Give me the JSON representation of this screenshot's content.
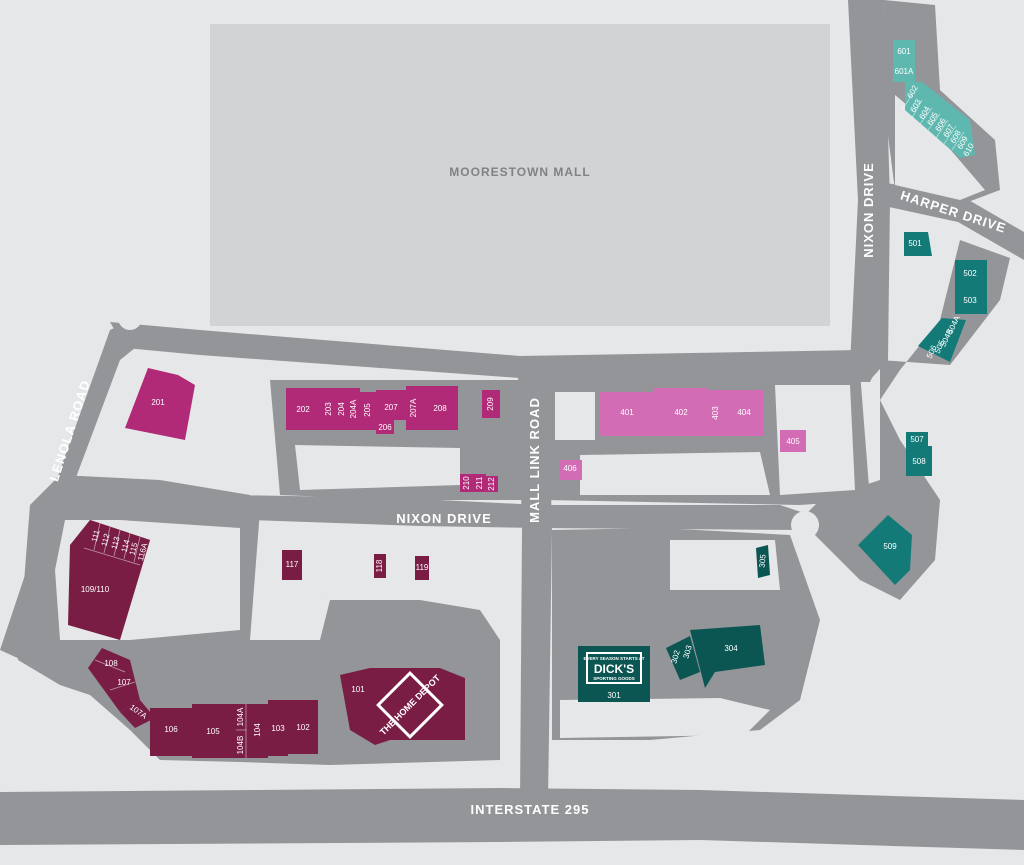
{
  "mall": {
    "name": "MOORESTOWN MALL"
  },
  "roads": {
    "lenola": "LENOLA ROAD",
    "nixon_center": "NIXON DRIVE",
    "nixon_east": "NIXON DRIVE",
    "harper": "HARPER DRIVE",
    "mall_link": "MALL LINK ROAD",
    "interstate": "INTERSTATE 295"
  },
  "colors": {
    "road": "#939598",
    "lot": "#e6e7e8",
    "mall": "#d1d3d4",
    "section_100": "#7a1d44",
    "section_200": "#b12a77",
    "section_400": "#d26cb4",
    "section_300": "#0b5552",
    "section_500": "#147a78",
    "section_600": "#5fb8b0"
  },
  "anchors": {
    "home_depot": "THE HOME DEPOT",
    "dicks_tagline": "EVERY SEASON STARTS AT",
    "dicks_name": "DICK'S",
    "dicks_sub": "SPORTING GOODS"
  },
  "units": {
    "u101": "101",
    "u102": "102",
    "u103": "103",
    "u104": "104",
    "u104a": "104A",
    "u104b": "104B",
    "u105": "105",
    "u106": "106",
    "u107": "107",
    "u107a": "107A",
    "u108": "108",
    "u109": "109/110",
    "u111": "111",
    "u112": "112",
    "u113": "113",
    "u114": "114",
    "u115": "115",
    "u116": "116A",
    "u117": "117",
    "u118": "118",
    "u119": "119",
    "u201": "201",
    "u202": "202",
    "u203": "203",
    "u204": "204",
    "u204a": "204A",
    "u205": "205",
    "u206": "206",
    "u207": "207",
    "u207a": "207A",
    "u208": "208",
    "u209": "209",
    "u210": "210",
    "u211": "211",
    "u212": "212",
    "u301": "301",
    "u302": "302",
    "u303": "303",
    "u304": "304",
    "u305": "305",
    "u401": "401",
    "u402": "402",
    "u403": "403",
    "u404": "404",
    "u405": "405",
    "u406": "406",
    "u501": "501",
    "u502": "502",
    "u503": "503",
    "u504a": "504A",
    "u504b": "504B",
    "u505": "505",
    "u506": "506",
    "u507": "507",
    "u508": "508",
    "u509": "509",
    "u601": "601",
    "u601a": "601A",
    "u602": "602",
    "u603": "603",
    "u604": "604",
    "u605": "605",
    "u606": "606",
    "u607": "607",
    "u608": "608",
    "u609": "609",
    "u610": "610"
  }
}
